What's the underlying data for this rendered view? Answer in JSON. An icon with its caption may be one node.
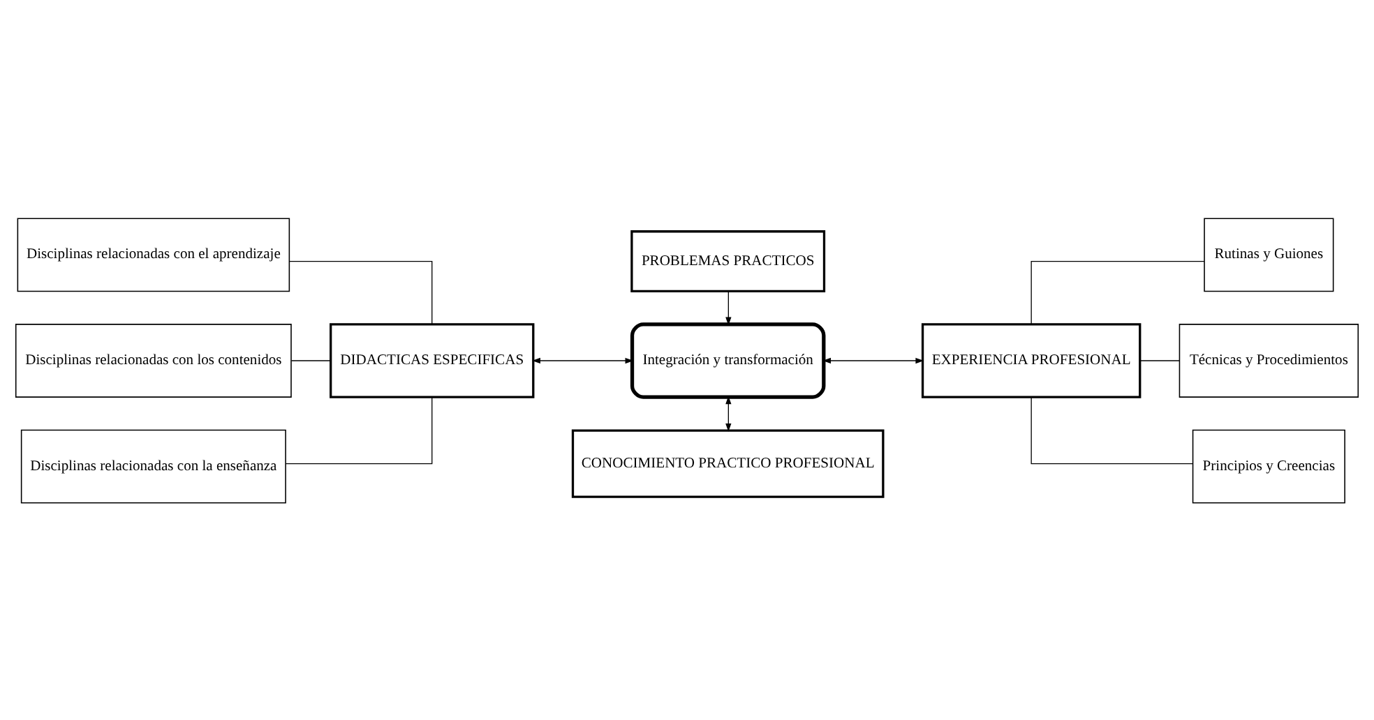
{
  "diagram": {
    "nodes": [
      {
        "text": [
          "Disciplinas relacionadas con el aprendizaje"
        ]
      },
      {
        "text": [
          "PROBLEMAS PRACTICOS"
        ]
      },
      {
        "text": [
          "Rutinas y Guiones"
        ]
      },
      {
        "text": [
          "Disciplinas relacionadas con los contenidos"
        ]
      },
      {
        "text": [
          "DIDACTICAS ESPECIFICAS"
        ]
      },
      {
        "text": [
          "Integración y transformación"
        ]
      },
      {
        "text": [
          "EXPERIENCIA PROFESIONAL"
        ]
      },
      {
        "text": [
          "Técnicas y Procedimientos"
        ]
      },
      {
        "text": [
          "CONOCIMIENTO PRACTICO PROFESIONAL"
        ]
      },
      {
        "text": [
          "Disciplinas relacionadas con la enseñanza"
        ]
      },
      {
        "text": [
          "Principios y Creencias"
        ]
      }
    ],
    "edges": [
      {
        "from": 0,
        "to": 4,
        "arrow": "none"
      },
      {
        "from": 3,
        "to": 4,
        "arrow": "none"
      },
      {
        "from": 9,
        "to": 4,
        "arrow": "none"
      },
      {
        "from": 4,
        "to": 5,
        "arrow": "both"
      },
      {
        "from": 1,
        "to": 5,
        "arrow": "to"
      },
      {
        "from": 5,
        "to": 6,
        "arrow": "both"
      },
      {
        "from": 5,
        "to": 8,
        "arrow": "both"
      },
      {
        "from": 6,
        "to": 2,
        "arrow": "none"
      },
      {
        "from": 6,
        "to": 7,
        "arrow": "none"
      },
      {
        "from": 6,
        "to": 10,
        "arrow": "none"
      }
    ]
  }
}
